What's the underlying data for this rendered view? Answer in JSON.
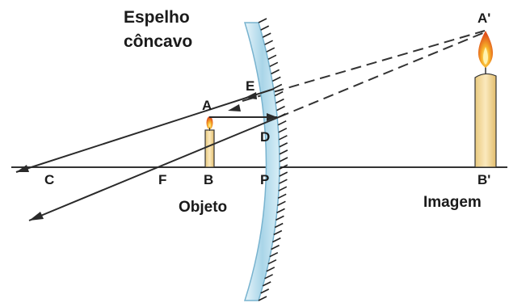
{
  "mirror_title": {
    "line1": "Espelho",
    "line2": "côncavo"
  },
  "points": {
    "C": "C",
    "F": "F",
    "B": "B",
    "P": "P",
    "A": "A",
    "D": "D",
    "E": "E",
    "A_prime": "A'",
    "B_prime": "B'"
  },
  "captions": {
    "object": "Objeto",
    "image": "Imagem"
  },
  "colors": {
    "ray": "#2a2a2a",
    "axis": "#333333",
    "mirror_glass": "#bfe0ee",
    "mirror_edge": "#6aa8c8",
    "candle_body": "#f6dca0",
    "flame": "#f08a1a"
  }
}
